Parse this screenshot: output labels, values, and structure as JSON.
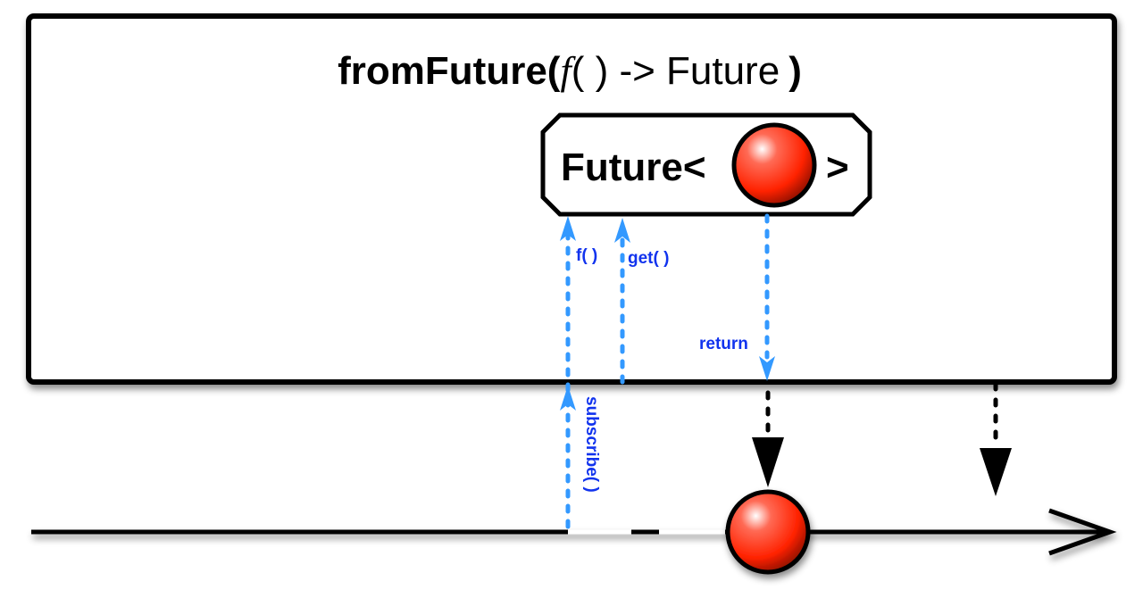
{
  "title": {
    "part1": "fromFuture(",
    "part2": "f",
    "part3": "( ) -> Future",
    "part4": ")"
  },
  "future_box": {
    "label_open": "Future<",
    "label_close": ">"
  },
  "labels": {
    "f_call": "f( )",
    "get_call": "get( )",
    "return": "return",
    "subscribe": "subscribe( )"
  },
  "colors": {
    "marble": "#ff2200",
    "call_arrow": "#3399ff",
    "call_text": "#1133ee"
  }
}
